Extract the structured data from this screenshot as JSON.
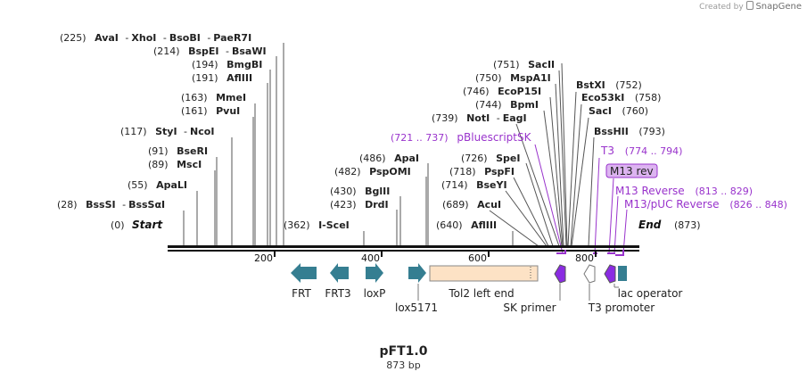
{
  "watermark": {
    "prefix": "Created by",
    "brand": "SnapGene"
  },
  "plasmid": {
    "name": "pFT1.0",
    "length_label": "873 bp"
  },
  "ruler": {
    "ticks": [
      "200",
      "400",
      "600",
      "800"
    ]
  },
  "ends": {
    "start_label": "Start",
    "start_pos": "(0)",
    "end_label": "End",
    "end_pos": "(873)"
  },
  "colors": {
    "feature_teal": "#357e91",
    "tol2_fill": "#fde2c5",
    "primer_purple": "#9933cc",
    "promoter_purple": "#8a2be2",
    "label_purple": "#9933cc"
  },
  "sites_left": [
    {
      "pos": "(225)",
      "names": [
        "AvaI",
        "XhoI",
        "BsoBI",
        "PaeR7I"
      ]
    },
    {
      "pos": "(214)",
      "names": [
        "BspEI",
        "BsaWI"
      ]
    },
    {
      "pos": "(194)",
      "names": [
        "BmgBI"
      ]
    },
    {
      "pos": "(191)",
      "names": [
        "AflIII"
      ]
    },
    {
      "pos": "(163)",
      "names": [
        "MmeI"
      ]
    },
    {
      "pos": "(161)",
      "names": [
        "PvuI"
      ]
    },
    {
      "pos": "(117)",
      "names": [
        "StyI",
        "NcoI"
      ]
    },
    {
      "pos": "(91)",
      "names": [
        "BseRI"
      ]
    },
    {
      "pos": "(89)",
      "names": [
        "MscI"
      ]
    },
    {
      "pos": "(55)",
      "names": [
        "ApaLI"
      ]
    },
    {
      "pos": "(28)",
      "names": [
        "BssSI",
        "BssSαI"
      ]
    },
    {
      "pos": "(362)",
      "names": [
        "I-SceI"
      ]
    }
  ],
  "sites_mid": [
    {
      "pos": "(486)",
      "names": [
        "ApaI"
      ]
    },
    {
      "pos": "(482)",
      "names": [
        "PspOMI"
      ]
    },
    {
      "pos": "(430)",
      "names": [
        "BglII"
      ]
    },
    {
      "pos": "(423)",
      "names": [
        "DrdI"
      ]
    },
    {
      "pos": "(751)",
      "names": [
        "SacII"
      ]
    },
    {
      "pos": "(750)",
      "names": [
        "MspA1I"
      ]
    },
    {
      "pos": "(746)",
      "names": [
        "EcoP15I"
      ]
    },
    {
      "pos": "(744)",
      "names": [
        "BpmI"
      ]
    },
    {
      "pos": "(739)",
      "names": [
        "NotI",
        "EagI"
      ]
    },
    {
      "pos": "(726)",
      "names": [
        "SpeI"
      ]
    },
    {
      "pos": "(718)",
      "names": [
        "PspFI"
      ]
    },
    {
      "pos": "(714)",
      "names": [
        "BseYI"
      ]
    },
    {
      "pos": "(689)",
      "names": [
        "AcuI"
      ]
    },
    {
      "pos": "(640)",
      "names": [
        "AflIII"
      ]
    }
  ],
  "sites_right": [
    {
      "name": "BstXI",
      "pos": "(752)"
    },
    {
      "name": "Eco53kI",
      "pos": "(758)"
    },
    {
      "name": "SacI",
      "pos": "(760)"
    },
    {
      "name": "BssHII",
      "pos": "(793)"
    }
  ],
  "primer_labels": [
    {
      "range": "(721 .. 737)",
      "name": "pBluescriptSK"
    },
    {
      "name": "T3",
      "range": "(774 .. 794)"
    },
    {
      "name": "M13 rev"
    },
    {
      "name": "M13 Reverse",
      "range": "(813 .. 829)"
    },
    {
      "name": "M13/pUC Reverse",
      "range": "(826 .. 848)"
    }
  ],
  "features": [
    "FRT",
    "FRT3",
    "loxP",
    "lox5171",
    "Tol2 left end",
    "SK primer",
    "T3 promoter",
    "lac operator"
  ]
}
